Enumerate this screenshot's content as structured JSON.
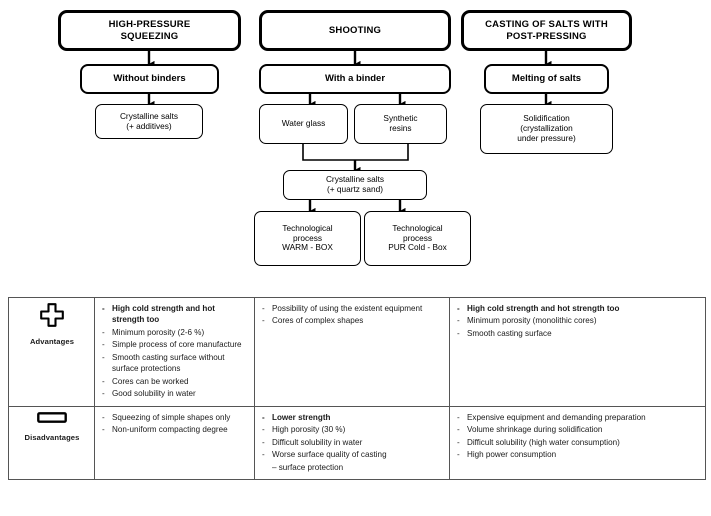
{
  "flowchart": {
    "columns": [
      {
        "header": "HIGH-PRESSURE SQUEEZING",
        "header_line1": "HIGH-PRESSURE",
        "header_line2": "SQUEEZING",
        "step2": "Without binders",
        "step3_line1": "Crystalline salts",
        "step3_line2": "(+ additives)"
      },
      {
        "header": "SHOOTING",
        "step2": "With a binder",
        "branch_left": "Water glass",
        "branch_right_line1": "Synthetic",
        "branch_right_line2": "resins",
        "merge_line1": "Crystalline salts",
        "merge_line2": "(+ quartz sand)",
        "leaf_left_line1": "Technological",
        "leaf_left_line2": "process",
        "leaf_left_line3": "WARM - BOX",
        "leaf_right_line1": "Technological",
        "leaf_right_line2": "process",
        "leaf_right_line3": "PUR Cold - Box"
      },
      {
        "header": "CASTING OF SALTS WITH POST-PRESSING",
        "header_line1": "CASTING OF SALTS WITH",
        "header_line2": "POST-PRESSING",
        "step2": "Melting of salts",
        "step3_line1": "Solidification",
        "step3_line2": "(crystallization",
        "step3_line3": "under pressure)"
      }
    ]
  },
  "table": {
    "rows": [
      {
        "label": "Advantages",
        "icon": "plus-icon",
        "cells": [
          {
            "items": [
              {
                "text": "High cold strength and hot strength too",
                "bold": true
              },
              {
                "text": "Minimum porosity (2-6 %)",
                "bold": false
              },
              {
                "text": "Simple process of core manufacture",
                "bold": false
              },
              {
                "text": "Smooth casting surface without surface protections",
                "bold": false
              },
              {
                "text": "Cores can be worked",
                "bold": false
              },
              {
                "text": "Good solubility in water",
                "bold": false
              }
            ]
          },
          {
            "items": [
              {
                "text": "Possibility of using the existent equipment",
                "bold": false
              },
              {
                "text": "Cores of complex shapes",
                "bold": false
              }
            ]
          },
          {
            "items": [
              {
                "text": "High cold strength and hot strength too",
                "bold": true
              },
              {
                "text": "Minimum porosity (monolithic cores)",
                "bold": false
              },
              {
                "text": "Smooth casting surface",
                "bold": false
              }
            ]
          }
        ]
      },
      {
        "label": "Disadvantages",
        "icon": "minus-icon",
        "cells": [
          {
            "items": [
              {
                "text": "Squeezing of simple shapes only",
                "bold": false
              },
              {
                "text": "Non-uniform compacting degree",
                "bold": false
              }
            ]
          },
          {
            "items": [
              {
                "text": "Lower strength",
                "bold": true
              },
              {
                "text": "High porosity (30 %)",
                "bold": false
              },
              {
                "text": "Difficult solubility in water",
                "bold": false
              },
              {
                "text": "Worse surface quality of casting",
                "bold": false
              },
              {
                "text": "– surface protection",
                "bold": false,
                "nodash": true
              }
            ]
          },
          {
            "items": [
              {
                "text": "Expensive equipment and demanding preparation",
                "bold": false
              },
              {
                "text": "Volume shrinkage during solidification",
                "bold": false
              },
              {
                "text": "Difficult solubility (high water consumption)",
                "bold": false
              },
              {
                "text": "High power consumption",
                "bold": false
              }
            ]
          }
        ]
      }
    ]
  },
  "colors": {
    "stroke": "#000000",
    "table_border": "#555555",
    "text": "#1a1a1a",
    "background": "#ffffff"
  }
}
